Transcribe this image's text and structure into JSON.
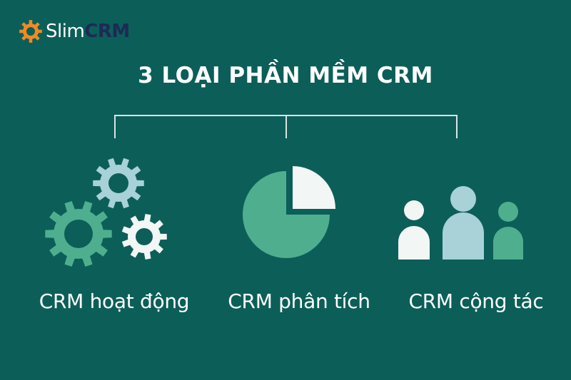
{
  "logo": {
    "name_part1": "Slim",
    "name_part2": "CRM",
    "icon": "gear-icon",
    "colors": {
      "gear": "#f08a24",
      "slim": "#ffffff",
      "crm": "#1e2a55"
    }
  },
  "title": "3 LOẠI PHẦN MỀM CRM",
  "colors": {
    "background": "#0b5f58",
    "light_blue": "#a9d1d8",
    "green": "#4fae8e",
    "white": "#f2f6f5",
    "line": "#d9e6e4"
  },
  "categories": [
    {
      "label": "CRM hoạt động",
      "icon": "gears-icon"
    },
    {
      "label": "CRM phân tích",
      "icon": "pie-chart-icon"
    },
    {
      "label": "CRM cộng tác",
      "icon": "people-icon"
    }
  ]
}
